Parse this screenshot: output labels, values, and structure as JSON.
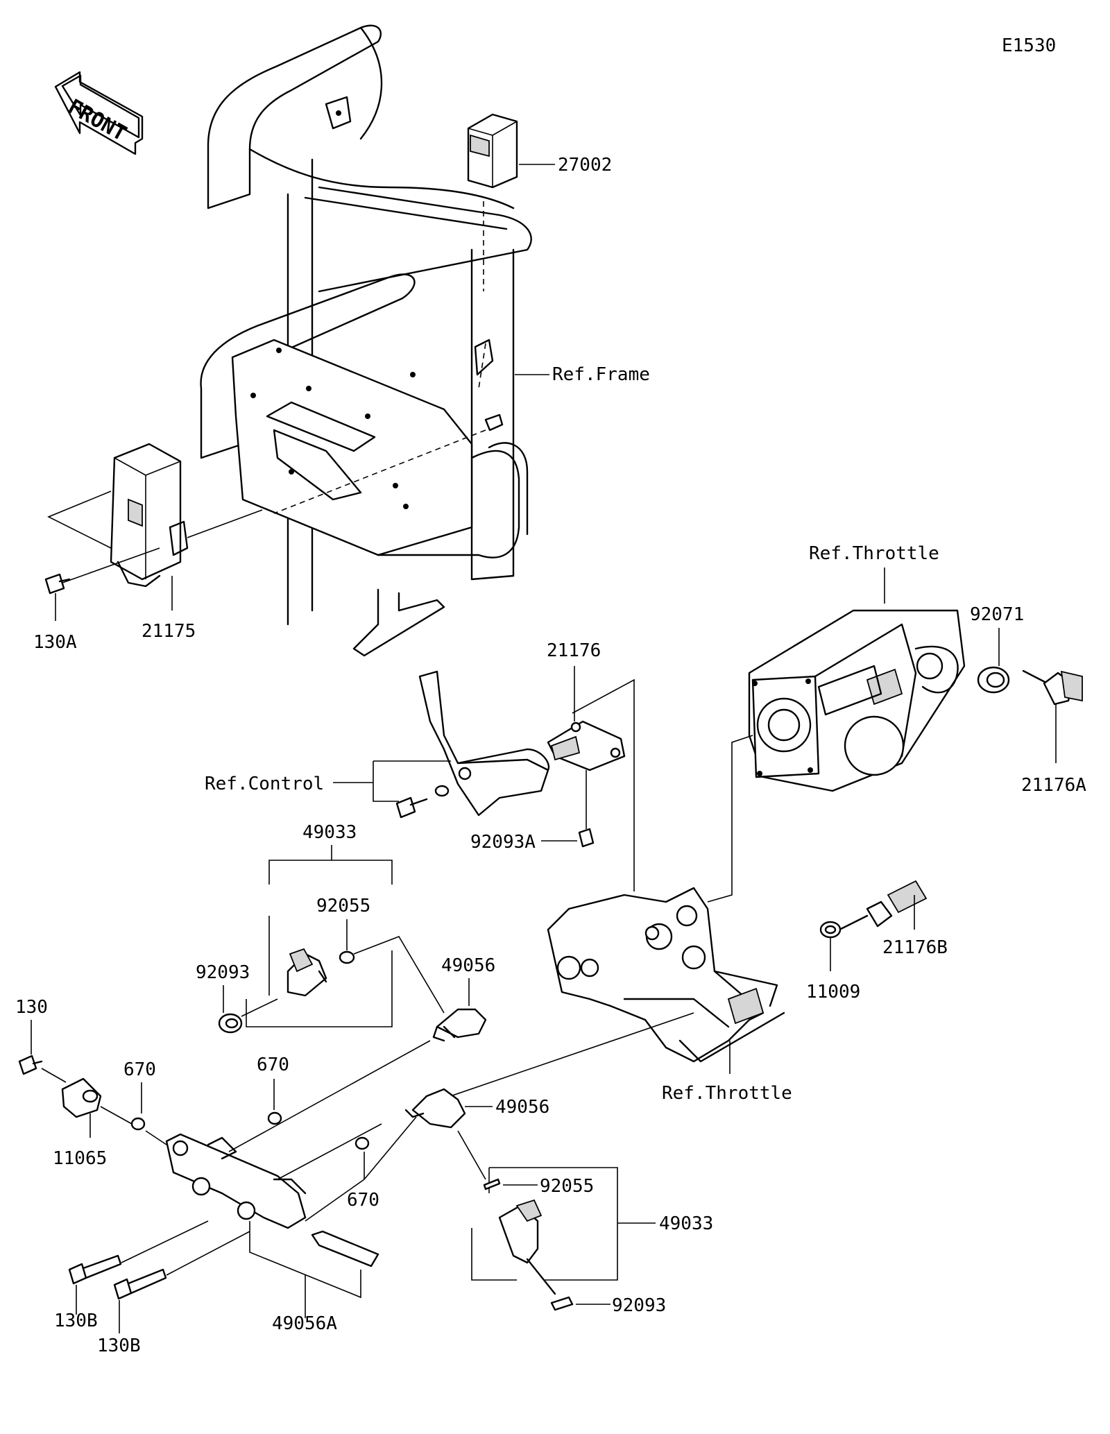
{
  "diagram_code": "E1530",
  "front_arrow": {
    "label": "FRONT"
  },
  "colors": {
    "line": "#000000",
    "background": "#ffffff",
    "part_shade": "#d6d6d6"
  },
  "callouts": [
    {
      "id": "c27002",
      "text": "27002"
    },
    {
      "id": "cRefFrame",
      "text": "Ref.Frame"
    },
    {
      "id": "cRefThrottle1",
      "text": "Ref.Throttle"
    },
    {
      "id": "c92071",
      "text": "92071"
    },
    {
      "id": "c21175",
      "text": "21175"
    },
    {
      "id": "c130A",
      "text": "130A"
    },
    {
      "id": "c21176",
      "text": "21176"
    },
    {
      "id": "cRefControl",
      "text": "Ref.Control"
    },
    {
      "id": "c21176A",
      "text": "21176A"
    },
    {
      "id": "c92093A",
      "text": "92093A"
    },
    {
      "id": "c49033a",
      "text": "49033"
    },
    {
      "id": "c92055a",
      "text": "92055"
    },
    {
      "id": "c92093a",
      "text": "92093"
    },
    {
      "id": "c49056a",
      "text": "49056"
    },
    {
      "id": "c21176B",
      "text": "21176B"
    },
    {
      "id": "c11009",
      "text": "11009"
    },
    {
      "id": "c130",
      "text": "130"
    },
    {
      "id": "c670a",
      "text": "670"
    },
    {
      "id": "c670b",
      "text": "670"
    },
    {
      "id": "c11065",
      "text": "11065"
    },
    {
      "id": "cRefThrottle2",
      "text": "Ref.Throttle"
    },
    {
      "id": "c49056b",
      "text": "49056"
    },
    {
      "id": "c670c",
      "text": "670"
    },
    {
      "id": "c92055b",
      "text": "92055"
    },
    {
      "id": "c49033b",
      "text": "49033"
    },
    {
      "id": "c92093b",
      "text": "92093"
    },
    {
      "id": "c130B1",
      "text": "130B"
    },
    {
      "id": "c130B2",
      "text": "130B"
    },
    {
      "id": "c49056A",
      "text": "49056A"
    }
  ]
}
